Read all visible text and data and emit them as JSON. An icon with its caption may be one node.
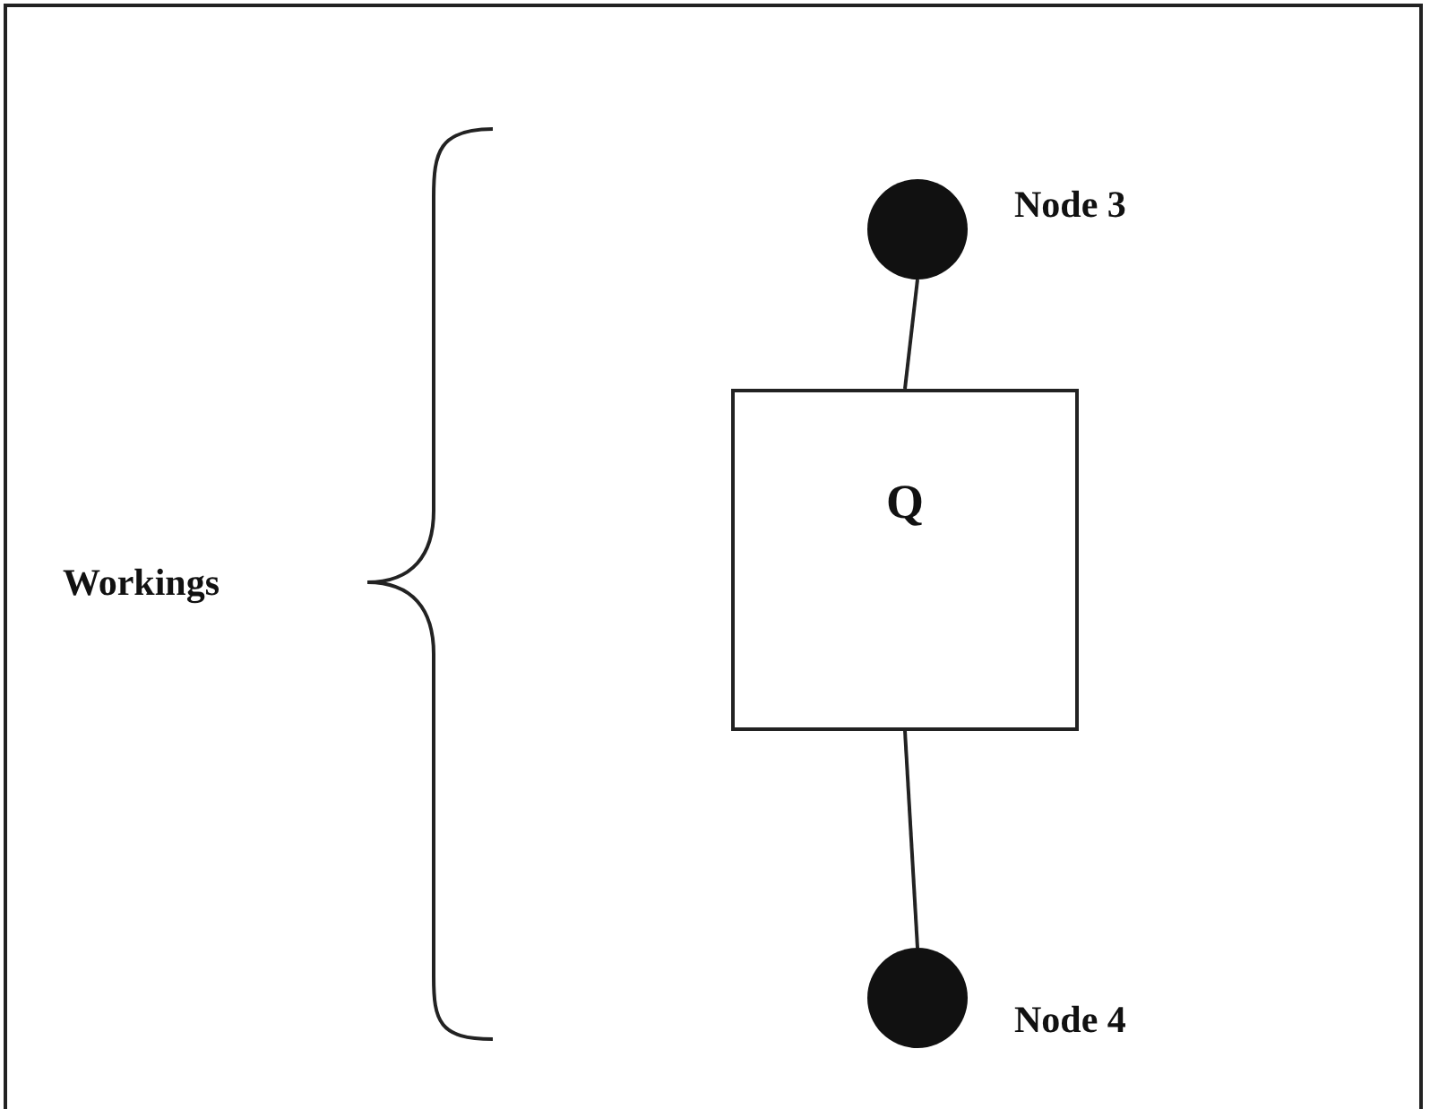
{
  "diagram": {
    "nodes": [
      {
        "text": [],
        "shape": "circle",
        "beside": [
          "Node 3"
        ]
      },
      {
        "text": [
          "Q"
        ]
      },
      {
        "text": [],
        "shape": "circle",
        "beside": [
          "Node 4"
        ]
      }
    ],
    "edges": [
      {
        "from": 0,
        "to": 1,
        "arrow": "none"
      },
      {
        "from": 1,
        "to": 2,
        "arrow": "none"
      }
    ],
    "labels": [
      "Workings"
    ]
  }
}
